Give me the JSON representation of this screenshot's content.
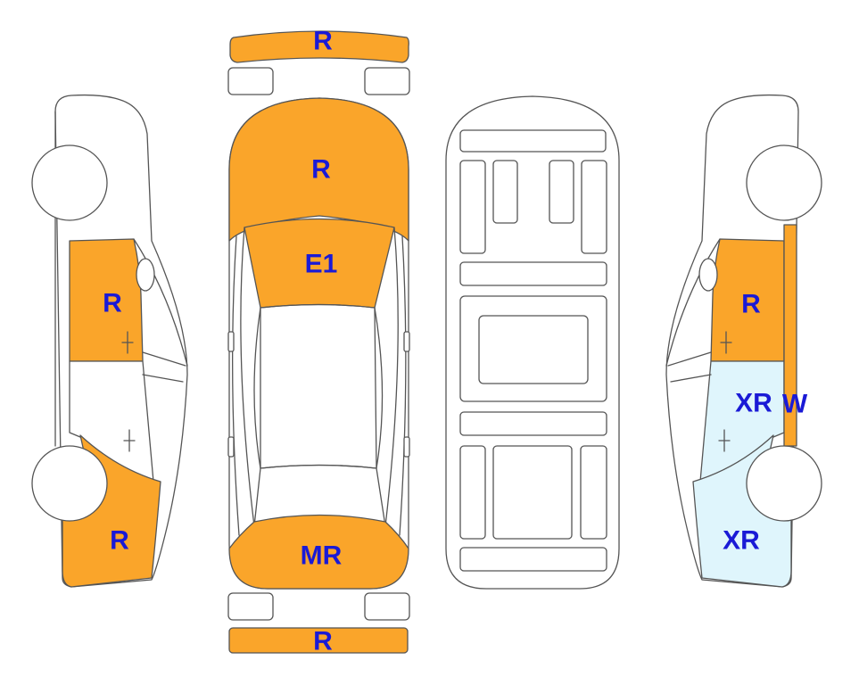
{
  "colors": {
    "damage_fill": "#FAA52A",
    "xr_fill": "#DFF5FC",
    "label": "#1a1ad6",
    "outline": "#555555"
  },
  "labels": {
    "front_bumper": "R",
    "hood": "R",
    "windshield": "E1",
    "trunk": "MR",
    "rear_bumper": "R",
    "left_front_door": "R",
    "left_rear_quarter": "R",
    "right_front_door": "R",
    "right_rear_door": "XR",
    "right_pillar": "W",
    "right_rear_quarter": "XR"
  }
}
